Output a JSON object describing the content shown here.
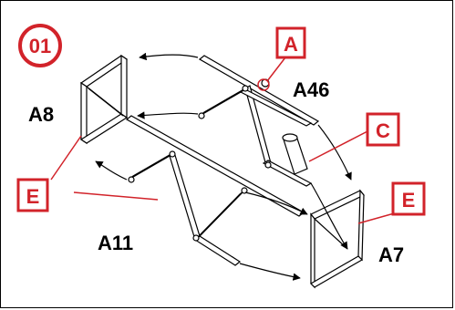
{
  "step": {
    "number": "01"
  },
  "parts": {
    "a8": "A8",
    "a46": "A46",
    "a11": "A11",
    "a7": "A7"
  },
  "callouts": {
    "a": "A",
    "c": "C",
    "e_left": "E",
    "e_right": "E"
  },
  "colors": {
    "accent": "#d2232a",
    "line": "#000000"
  }
}
